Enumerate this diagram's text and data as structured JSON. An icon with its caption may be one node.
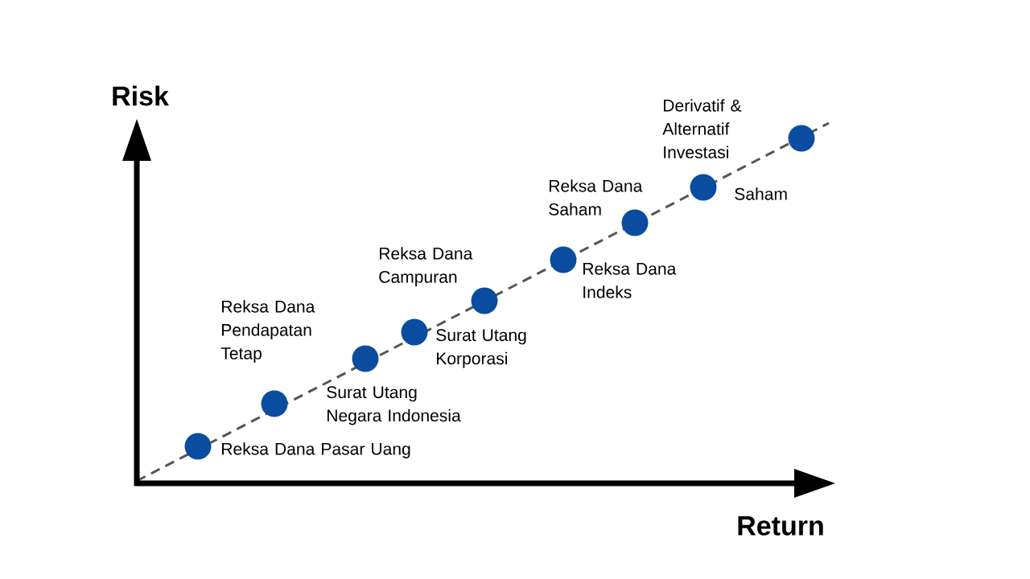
{
  "diagram": {
    "nodes": [
      {
        "text": [],
        "shape": "circle",
        "beside": [
          "Reksa Dana Pasar Uang"
        ]
      },
      {
        "text": [],
        "shape": "circle",
        "beside": [
          "Reksa Dana Pendapatan Tetap"
        ]
      },
      {
        "text": [],
        "shape": "circle",
        "beside": [
          "Surat Utang Negara Indonesia"
        ]
      },
      {
        "text": [],
        "shape": "circle",
        "beside": [
          "Surat Utang Korporasi"
        ]
      },
      {
        "text": [],
        "shape": "circle",
        "beside": [
          "Reksa Dana Campuran"
        ]
      },
      {
        "text": [],
        "shape": "circle",
        "beside": [
          "Reksa Dana Indeks"
        ]
      },
      {
        "text": [],
        "shape": "circle",
        "beside": [
          "Reksa Dana Saham"
        ]
      },
      {
        "text": [],
        "shape": "circle",
        "beside": [
          "Saham"
        ]
      },
      {
        "text": [],
        "shape": "circle"
      }
    ],
    "labels": [
      "Risk",
      "Derivatif & Alternatif Investasi",
      "Return"
    ]
  }
}
